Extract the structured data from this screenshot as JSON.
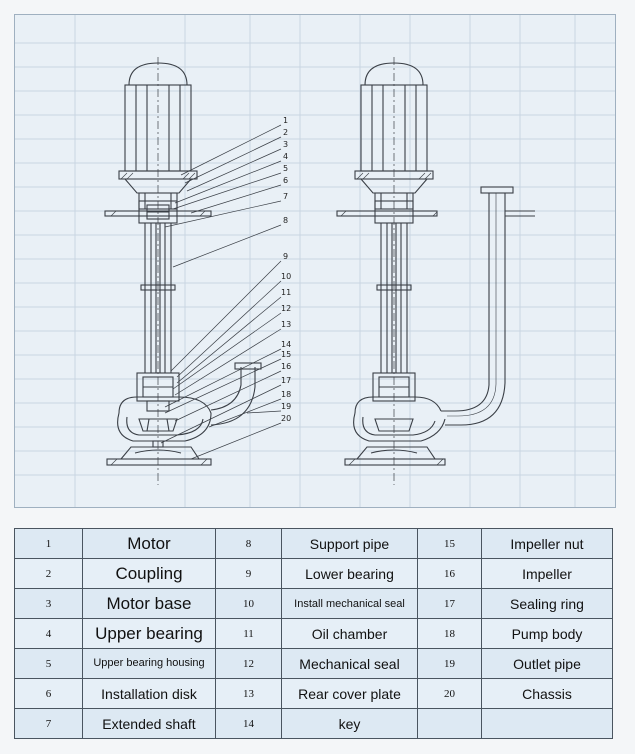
{
  "callouts": [
    "1",
    "2",
    "3",
    "4",
    "5",
    "6",
    "7",
    "8",
    "9",
    "10",
    "11",
    "12",
    "13",
    "14",
    "15",
    "16",
    "17",
    "18",
    "19",
    "20"
  ],
  "parts": [
    {
      "no": "1",
      "name": "Motor"
    },
    {
      "no": "2",
      "name": "Coupling"
    },
    {
      "no": "3",
      "name": "Motor base"
    },
    {
      "no": "4",
      "name": "Upper bearing"
    },
    {
      "no": "5",
      "name": "Upper bearing housing"
    },
    {
      "no": "6",
      "name": "Installation disk"
    },
    {
      "no": "7",
      "name": "Extended shaft"
    },
    {
      "no": "8",
      "name": "Support pipe"
    },
    {
      "no": "9",
      "name": "Lower bearing"
    },
    {
      "no": "10",
      "name": "Install mechanical seal"
    },
    {
      "no": "11",
      "name": "Oil chamber"
    },
    {
      "no": "12",
      "name": "Mechanical seal"
    },
    {
      "no": "13",
      "name": "Rear cover plate"
    },
    {
      "no": "14",
      "name": "key"
    },
    {
      "no": "15",
      "name": "Impeller nut"
    },
    {
      "no": "16",
      "name": "Impeller"
    },
    {
      "no": "17",
      "name": "Sealing ring"
    },
    {
      "no": "18",
      "name": "Pump body"
    },
    {
      "no": "19",
      "name": "Outlet pipe"
    },
    {
      "no": "20",
      "name": "Chassis"
    }
  ],
  "colors": {
    "line": "#3a3f46",
    "panel": "#e9f0f6",
    "table": "#dde9f3"
  }
}
